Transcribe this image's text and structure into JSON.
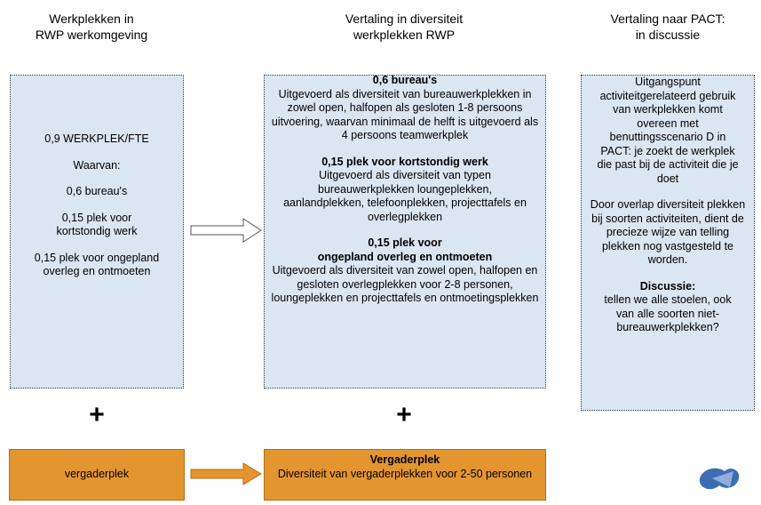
{
  "headers": {
    "col1": "Werkplekken in\nRWP werkomgeving",
    "col2": "Vertaling in diversiteit\nwerkplekken RWP",
    "col3": "Vertaling naar PACT:\nin discussie"
  },
  "left_box": {
    "line1": "0,9 WERKPLEK/FTE",
    "line2": "Waarvan:",
    "line3": "0,6 bureau's",
    "line4": "0,15 plek voor kortstondig werk",
    "line5": "0,15 plek voor ongepland overleg en ontmoeten"
  },
  "middle_box": {
    "s1_title": "0,6 bureau's",
    "s1_text": "Uitgevoerd als diversiteit van bureauwerkplekken in zowel open, halfopen als gesloten 1-8 persoons uitvoering, waarvan minimaal de helft is uitgevoerd als 4 persoons teamwerkplek",
    "s2_title": "0,15 plek voor kortstondig werk",
    "s2_text": "Uitgevoerd als diversiteit van typen bureauwerkplekken loungeplekken, aanlandplekken, telefoonplekken, projecttafels en overlegplekken",
    "s3_title_a": "0,15 plek voor",
    "s3_title_b": "ongepland overleg en ontmoeten",
    "s3_text": "Uitgevoerd als diversiteit van zowel open, halfopen en gesloten overlegplekken voor 2-8 personen, loungeplekken en projecttafels en ontmoetingsplekken"
  },
  "right_box": {
    "p1": "Uitgangspunt activiteitgerelateerd gebruik van werkplekken komt overeen met benuttingsscenario D in PACT: je zoekt de werkplek die past bij de activiteit die je doet",
    "p2": "Door overlap diversiteit plekken bij soorten activiteiten, dient de precieze wijze van telling plekken nog vastgesteld te worden.",
    "p3_title": "Discussie:",
    "p3_text": "tellen we alle stoelen, ook van alle soorten niet-bureauwerkplekken?"
  },
  "plus_sign": "+",
  "bottom_left": {
    "label": "vergaderplek"
  },
  "bottom_middle": {
    "title": "Vergaderplek",
    "text": "Diversiteit van vergaderplekken voor 2-50 personen"
  },
  "colors": {
    "blue_fill": "#dbe6f3",
    "orange_fill": "#e39530",
    "logo": "#3f6db5"
  }
}
